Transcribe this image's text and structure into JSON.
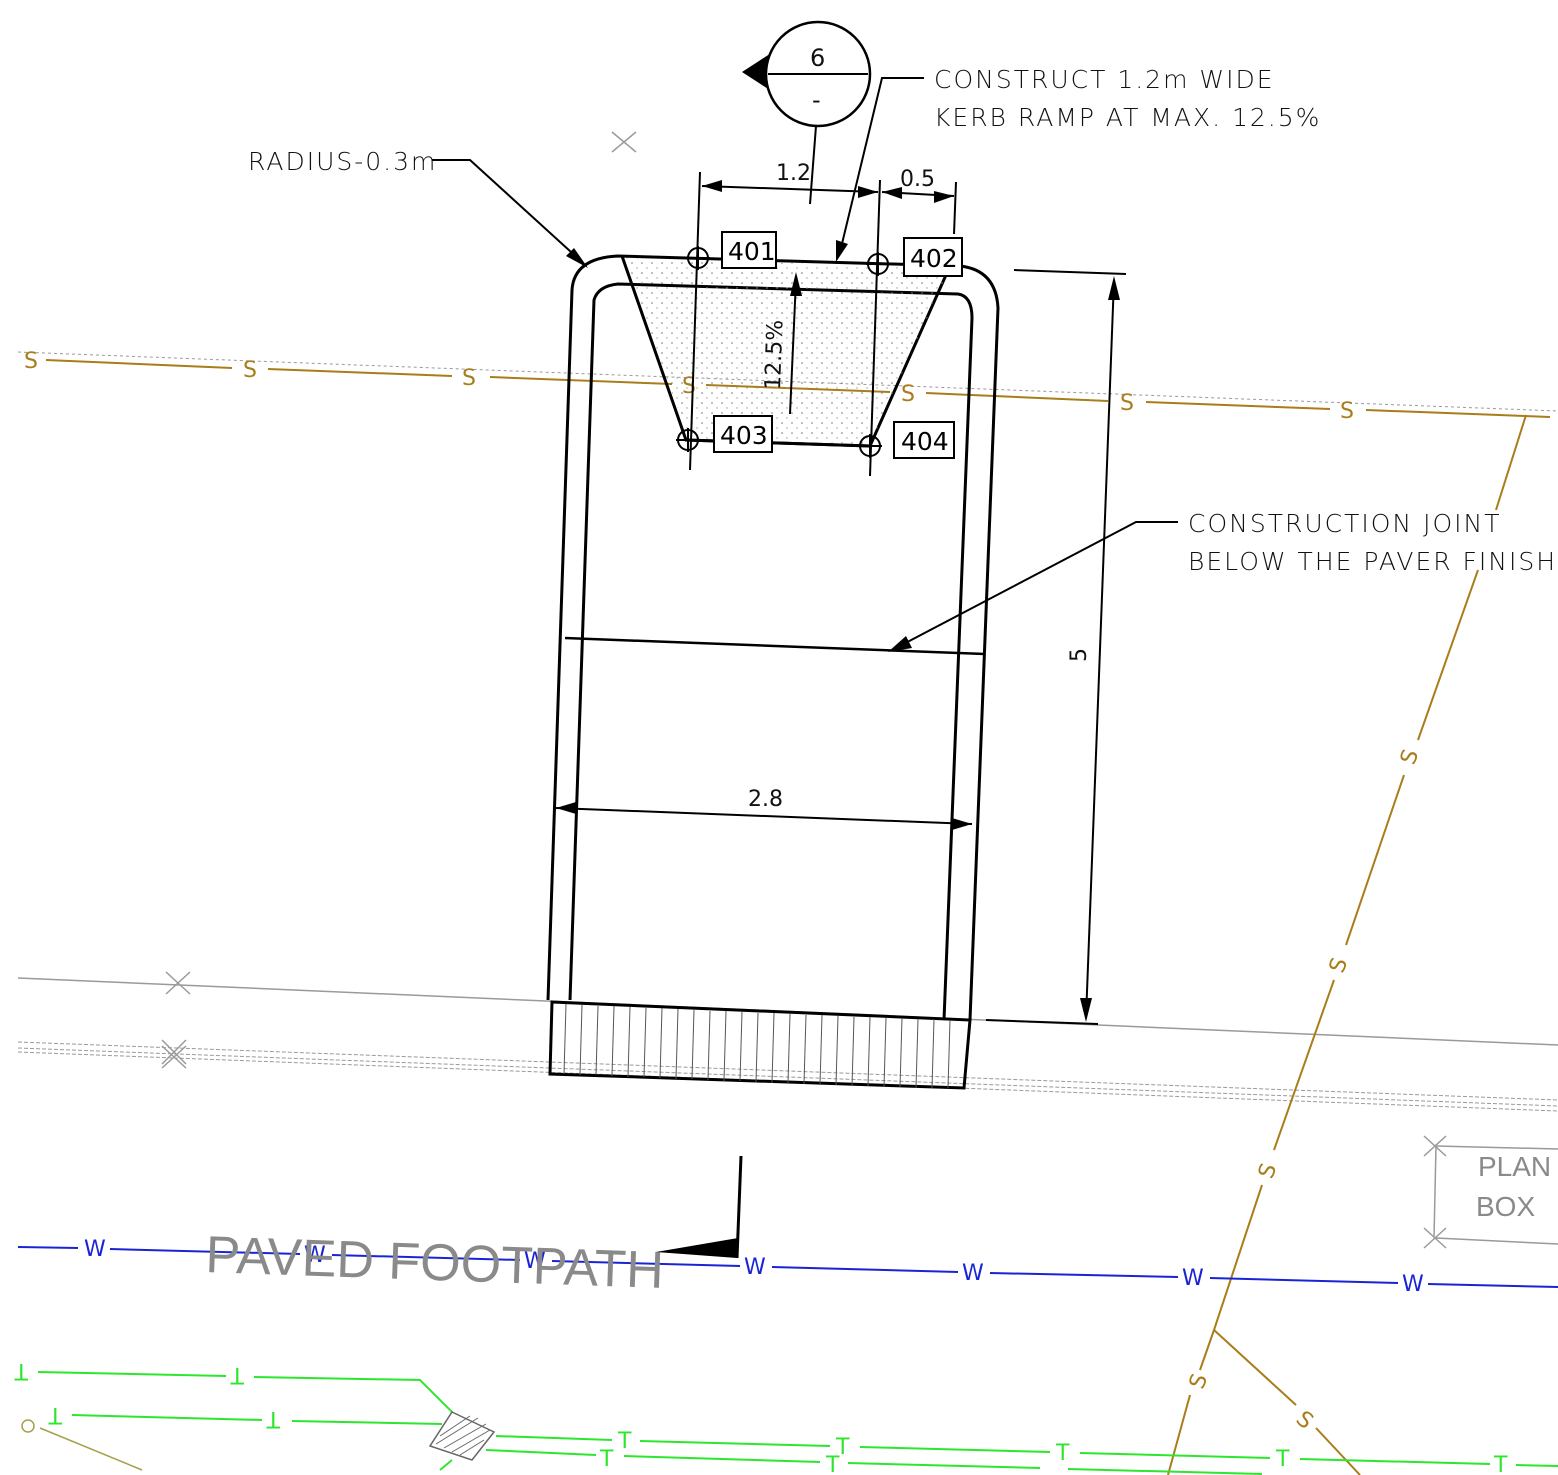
{
  "section_marker": {
    "number": "6",
    "sheet": "-"
  },
  "notes": {
    "ramp_line1": "CONSTRUCT 1.2m WIDE",
    "ramp_line2": "KERB RAMP AT MAX. 12.5%",
    "radius": "RADIUS-0.3m",
    "joint_line1": "CONSTRUCTION JOINT",
    "joint_line2": "BELOW THE PAVER FINISH"
  },
  "dimensions": {
    "ramp_width": "1.2",
    "flare": "0.5",
    "slope": "12.5%",
    "length": "5",
    "width": "2.8"
  },
  "points": [
    "401",
    "402",
    "403",
    "404"
  ],
  "labels": {
    "footpath": "PAVED FOOTPATH",
    "plan_line1": "PLAN",
    "plan_line2": "BOX"
  },
  "utilities": {
    "sewer": "S",
    "water": "W",
    "telecom": "T"
  },
  "colors": {
    "sewer": "#a87d1a",
    "water": "#1a24d6",
    "telecom": "#2ee62e",
    "grey_line": "#9a9a9a",
    "ink": "#000000"
  }
}
